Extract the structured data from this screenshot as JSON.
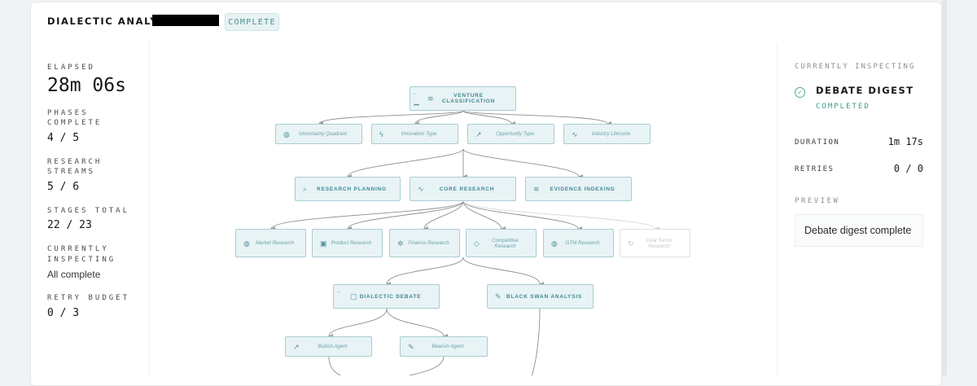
{
  "header": {
    "title": "DIALECTIC ANALYSIS ·",
    "status": "COMPLETE"
  },
  "stats": [
    {
      "label": "ELAPSED",
      "value": "28m 06s"
    },
    {
      "label": "PHASES COMPLETE",
      "value": "4 / 5"
    },
    {
      "label": "RESEARCH STREAMS",
      "value": "5 / 6"
    },
    {
      "label": "STAGES TOTAL",
      "value": "22 / 23"
    },
    {
      "label": "CURRENTLY INSPECTING",
      "value": "All complete"
    },
    {
      "label": "RETRY BUDGET",
      "value": "0 / 3"
    }
  ],
  "graph": {
    "nodes": {
      "venture": {
        "label": "VENTURE CLASSIFICATION",
        "icon": "layers-icon",
        "state": "complete"
      },
      "uncertainty": {
        "label": "Uncertainty Quadrant",
        "icon": "globe-icon",
        "state": "complete"
      },
      "innovation": {
        "label": "Innovation Type",
        "icon": "bolt-icon",
        "state": "complete"
      },
      "opportunity": {
        "label": "Opportunity Type",
        "icon": "trend-up-icon",
        "state": "complete"
      },
      "lifecycle": {
        "label": "Industry Lifecycle",
        "icon": "pulse-icon",
        "state": "complete"
      },
      "research_planning": {
        "label": "RESEARCH PLANNING",
        "icon": "search-icon",
        "state": "complete"
      },
      "core_research": {
        "label": "CORE RESEARCH",
        "icon": "pulse-icon",
        "state": "complete"
      },
      "evidence": {
        "label": "EVIDENCE INDEXING",
        "icon": "layers-icon",
        "state": "complete"
      },
      "market": {
        "label": "Market Research",
        "icon": "globe-icon",
        "state": "complete"
      },
      "product": {
        "label": "Product Research",
        "icon": "chip-icon",
        "state": "complete"
      },
      "finance": {
        "label": "Finance Research",
        "icon": "gear-icon",
        "state": "complete"
      },
      "competitive": {
        "label": "Competitive Research",
        "icon": "shield-icon",
        "state": "complete"
      },
      "gtm": {
        "label": "GTM Research",
        "icon": "globe-icon",
        "state": "complete"
      },
      "deal_terms": {
        "label": "Deal Terms Research",
        "icon": "refresh-icon",
        "state": "skipped"
      },
      "dialectic": {
        "label": "DIALECTIC DEBATE",
        "icon": "chat-icon",
        "state": "complete"
      },
      "black_swan": {
        "label": "BLACK SWAN ANALYSIS",
        "icon": "feather-icon",
        "state": "complete"
      },
      "bullish": {
        "label": "Bullish Agent",
        "icon": "trend-up-icon",
        "state": "complete"
      },
      "bearish": {
        "label": "Bearish Agent",
        "icon": "feather-icon",
        "state": "complete"
      }
    }
  },
  "inspector": {
    "label": "CURRENTLY INSPECTING",
    "title": "DEBATE DIGEST",
    "status": "COMPLETED",
    "duration_label": "DURATION",
    "duration": "1m 17s",
    "retries_label": "RETRIES",
    "retries": "0 / 0",
    "preview_label": "PREVIEW",
    "preview": "Debate digest complete"
  },
  "colors": {
    "accent": "#4f8f97",
    "node_fill": "#e8f3f5",
    "node_border": "#a9cdd3",
    "success": "#3f9b89",
    "edge": "#8a8e92"
  }
}
